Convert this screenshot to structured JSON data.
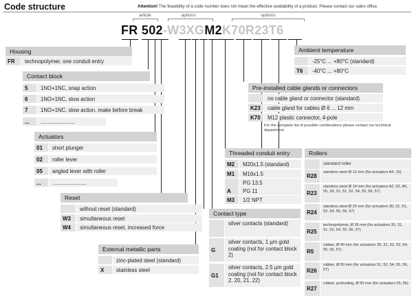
{
  "title": "Code structure",
  "attention": {
    "bold": "Attention!",
    "text": "The feasibility of a code number does not mean the effective availability of a product. Please contact our sales office."
  },
  "brackets": {
    "article": "article",
    "options1": "options",
    "options2": "options"
  },
  "code": {
    "fr": "FR",
    "num": "502",
    "dash": "-",
    "opt1": "W3XG",
    "m2": "M2",
    "opt2": "K70R23T6"
  },
  "housing": {
    "title": "Housing",
    "rows": [
      {
        "code": "FR",
        "text": "technopolymer, one conduit entry"
      }
    ]
  },
  "contact_block": {
    "title": "Contact block",
    "rows": [
      {
        "code": "5",
        "text": "1NO+1NC, snap action"
      },
      {
        "code": "6",
        "text": "1NO+1NC, slow action"
      },
      {
        "code": "7",
        "text": "1NO+1NC, slow action, make before break"
      },
      {
        "code": "...",
        "text": "......................."
      }
    ]
  },
  "actuators": {
    "title": "Actuators",
    "rows": [
      {
        "code": "01",
        "text": "short plunger"
      },
      {
        "code": "02",
        "text": "roller lever"
      },
      {
        "code": "05",
        "text": "angled lever with roller"
      },
      {
        "code": "...",
        "text": "......................."
      }
    ]
  },
  "reset": {
    "title": "Reset",
    "rows": [
      {
        "code": "",
        "text": "without reset (standard)"
      },
      {
        "code": "W3",
        "text": "simultaneous reset"
      },
      {
        "code": "W4",
        "text": "simultaneous reset, increased force"
      }
    ]
  },
  "external_parts": {
    "title": "External metallic parts",
    "rows": [
      {
        "code": "",
        "text": "zinc-plated steel (standard)"
      },
      {
        "code": "X",
        "text": "stainless steel"
      }
    ]
  },
  "ambient": {
    "title": "Ambient temperature",
    "rows": [
      {
        "code": "",
        "text": "-25°C ... +80°C (standard)"
      },
      {
        "code": "T6",
        "text": "-40°C ... +80°C"
      }
    ]
  },
  "cable_glands": {
    "title": "Pre-installed cable glands or connectors",
    "rows": [
      {
        "code": "",
        "text": "no cable gland or connector (standard)"
      },
      {
        "code": "K23",
        "text": "cable gland for cables Ø 6 ... 12 mm"
      },
      {
        "code": "K70",
        "text": "M12 plastic connector, 4-pole"
      }
    ],
    "note": "For the complete list of possible combinations please contact our technical department."
  },
  "threaded_entry": {
    "title": "Threaded conduit entry",
    "rows": [
      {
        "code": "M2",
        "text": "M20x1.5 (standard)"
      },
      {
        "code": "M1",
        "text": "M16x1.5"
      },
      {
        "code": "",
        "text": "PG 13.5"
      },
      {
        "code": "A",
        "text": "PG 11"
      },
      {
        "code": "M3",
        "text": "1/2 NPT"
      }
    ]
  },
  "contact_type": {
    "title": "Contact type",
    "rows": [
      {
        "code": "",
        "text": "silver contacts (standard)"
      },
      {
        "code": "G",
        "text": "silver contacts, 1 µm gold coating (not for contact block 2)"
      },
      {
        "code": "G1",
        "text": "silver contacts, 2.5 µm gold coating (not for contact block 2, 20, 21, 22)"
      }
    ]
  },
  "rollers": {
    "title": "Rollers",
    "rows": [
      {
        "code": "",
        "text": "standard roller"
      },
      {
        "code": "R28",
        "text": "stainless steel Ø 12 mm (for actuators A4, 15)"
      },
      {
        "code": "R23",
        "text": "stainless steel Ø 14 mm (for actuators A2, 02, A5, 05, 30, 31, 51, 52, 54, 55, 56, 57)"
      },
      {
        "code": "R24",
        "text": "stainless steel Ø 20 mm (for actuators 30, 31, 51, 52, 54, 55, 56, 57)"
      },
      {
        "code": "R25",
        "text": "technopolymer, Ø 35 mm (for actuators 30, 31, 51, 52, 54, 55, 56, 57)"
      },
      {
        "code": "R5",
        "text": "rubber, Ø 40 mm (for actuators 30, 31, 51, 52, 54, 55, 56, 57)"
      },
      {
        "code": "R26",
        "text": "rubber, Ø 50 mm (for actuators 51, 52, 54, 55, 56, 57)"
      },
      {
        "code": "R27",
        "text": "rubber, protruding, Ø 50 mm (for actuators 55, 56)"
      }
    ]
  }
}
